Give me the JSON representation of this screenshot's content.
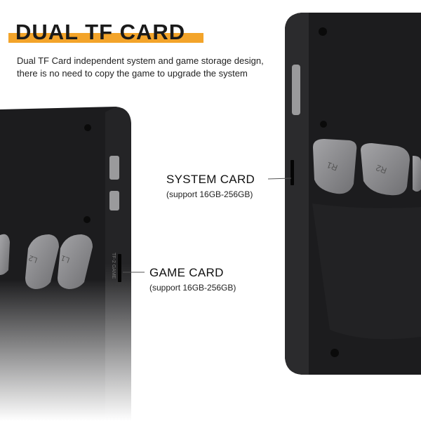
{
  "heading": "DUAL TF CARD",
  "description": {
    "line1": "Dual TF Card independent system and game storage design,",
    "line2": "there is no need to copy the game to upgrade the system"
  },
  "callouts": {
    "system": {
      "title": "SYSTEM CARD",
      "note": "(support 16GB-256GB)"
    },
    "game": {
      "title": "GAME CARD",
      "note": "(support 16GB-256GB)"
    }
  },
  "buttons": {
    "r1": "R1",
    "r2": "R2",
    "l1": "L1",
    "l2": "L2"
  },
  "side_label": "TF-2 GAME",
  "colors": {
    "accent": "#f3a42a",
    "device": "#1c1c1e",
    "trigger": "#8c8c8f"
  }
}
